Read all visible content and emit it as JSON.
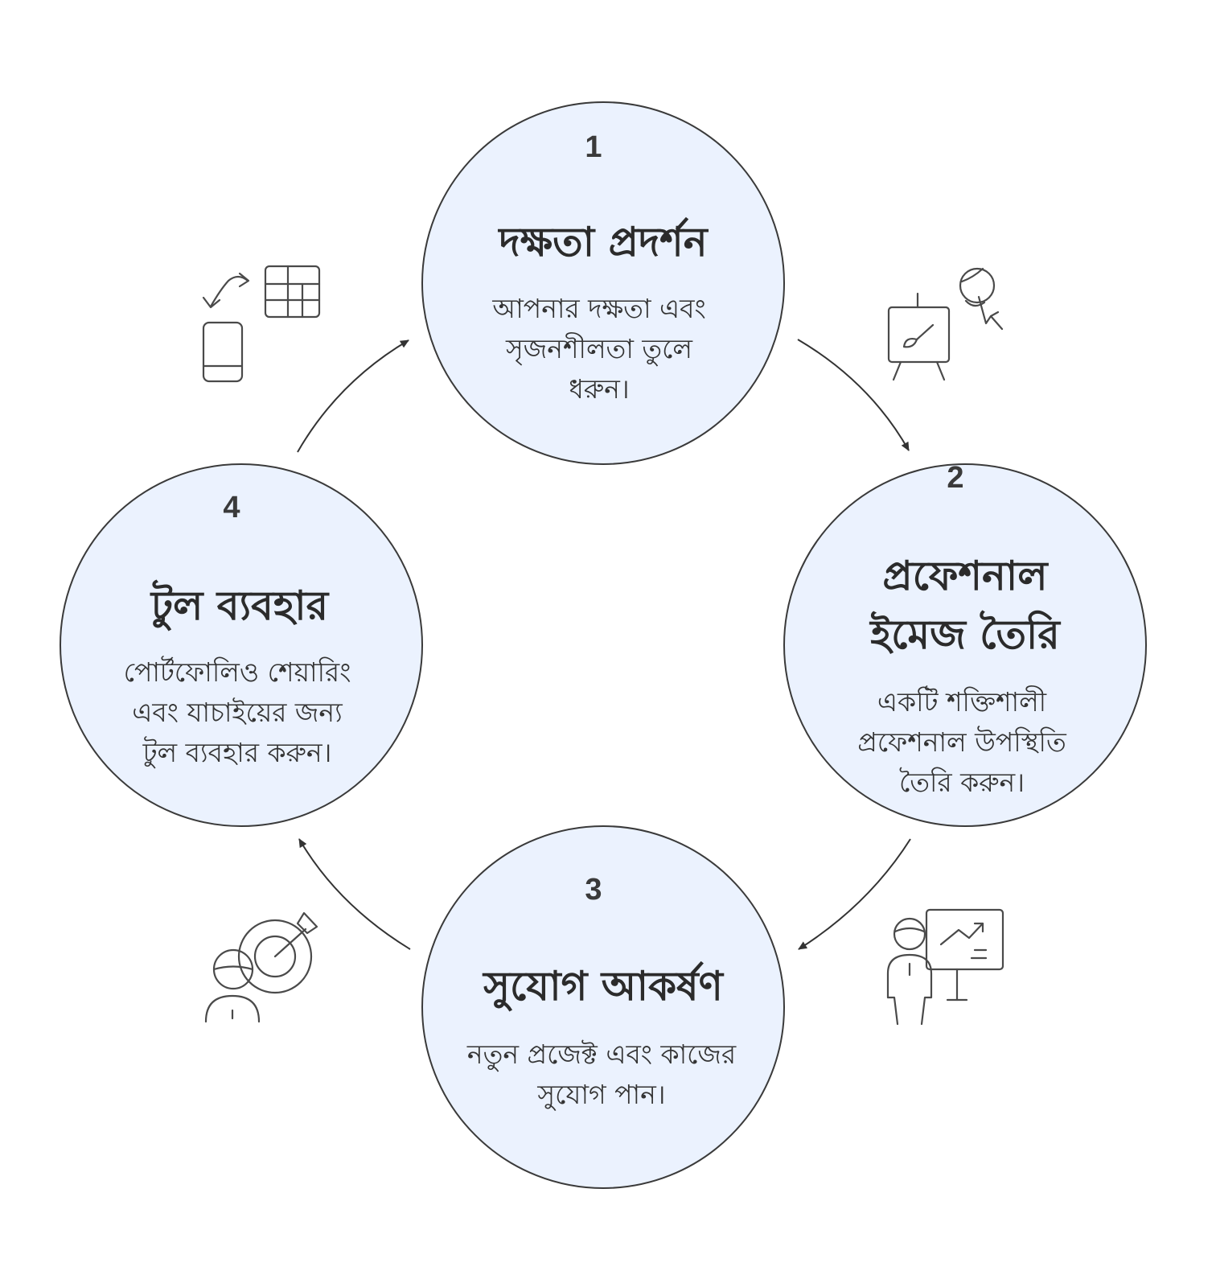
{
  "stages": [
    {
      "number": "1",
      "title": "দক্ষতা প্রদর্শন",
      "description": [
        "আপনার দক্ষতা এবং",
        "সৃজনশীলতা তুলে",
        "ধরুন।"
      ],
      "icon": "easel-paintbrush-person-cursor-icon"
    },
    {
      "number": "2",
      "title": [
        "প্রফেশনাল",
        "ইমেজ তৈরি"
      ],
      "description": [
        "একটি শক্তিশালী",
        "প্রফেশনাল উপস্থিতি",
        "তৈরি করুন।"
      ],
      "icon": "presenter-growth-chart-icon"
    },
    {
      "number": "3",
      "title": "সুযোগ আকর্ষণ",
      "description": [
        "নতুন প্রজেক্ট এবং কাজের",
        "সুযোগ পান।"
      ],
      "icon": "person-target-dart-icon"
    },
    {
      "number": "4",
      "title": "টুল ব্যবহার",
      "description": [
        "পোর্টফোলিও শেয়ারিং",
        "এবং যাচাইয়ের জন্য",
        "টুল ব্যবহার করুন।"
      ],
      "icon": "phone-table-sync-icon"
    }
  ],
  "colors": {
    "circle_fill": "#ebf2fe",
    "circle_stroke": "#3a3a3a",
    "arrow": "#333333",
    "icon": "#4a4a4a"
  }
}
